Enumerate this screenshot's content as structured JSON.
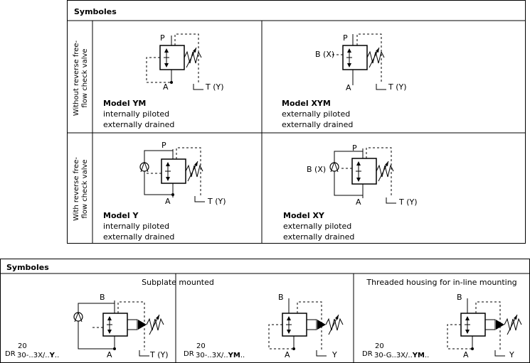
{
  "table1": {
    "header": "Symboles",
    "row_labels": [
      "Without reverse free-flow check valve",
      "With reverse free-flow check valve"
    ],
    "cells": [
      {
        "model": "Model YM",
        "line1": "internally piloted",
        "line2": "externally drained"
      },
      {
        "model": "Model XYM",
        "line1": "externally piloted",
        "line2": "externally drained"
      },
      {
        "model": "Model Y",
        "line1": "internally piloted",
        "line2": "externally drained"
      },
      {
        "model": "Model XY",
        "line1": "externally piloted",
        "line2": "externally drained"
      }
    ]
  },
  "table2": {
    "header": "Symboles",
    "title_subplate": "Subplate mounted",
    "title_threaded": "Threaded housing for in-line mounting",
    "codes": [
      {
        "prefix": "DR",
        "sup_top": "20",
        "sup_bottom": "30",
        "mid": "-..3X/..",
        "bold": "Y",
        "suffix": ".."
      },
      {
        "prefix": "DR",
        "sup_top": "20",
        "sup_bottom": "30",
        "mid": "-..3X/..",
        "bold": "YM",
        "suffix": ".."
      },
      {
        "prefix": "DR",
        "sup_top": "20",
        "sup_bottom": "30",
        "mid": "-G..3X/..",
        "bold": "YM",
        "suffix": ".."
      }
    ]
  },
  "ports": {
    "P": "P",
    "A": "A",
    "B": "B",
    "TY": "T (Y)",
    "BX": "B (X)",
    "Y": "Y"
  }
}
